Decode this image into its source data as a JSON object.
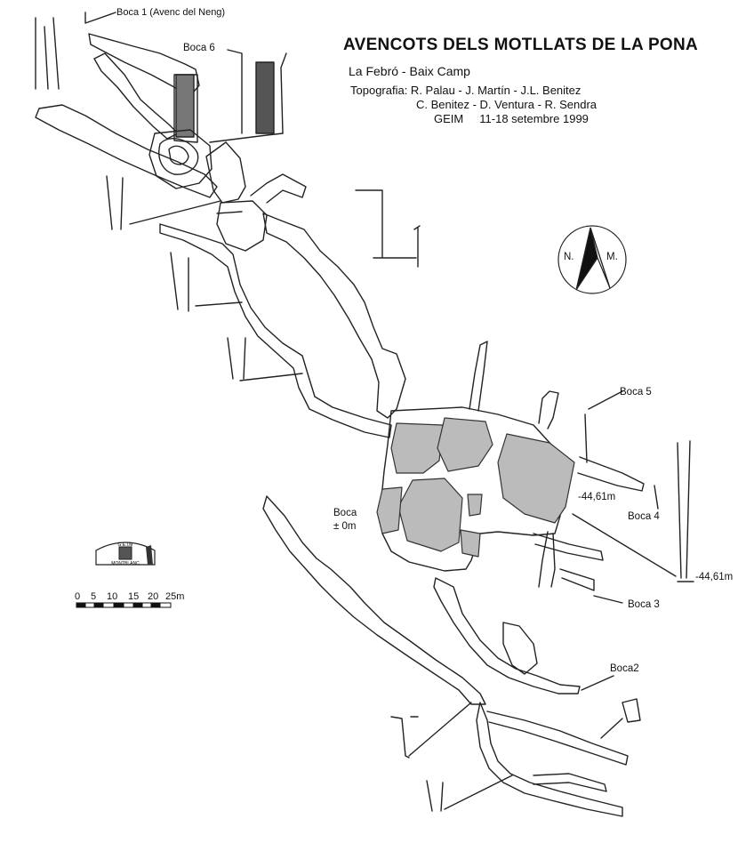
{
  "header": {
    "title": "AVENCOTS DELS MOTLLATS DE LA PONA",
    "location": "La Febró - Baix Camp",
    "topo_line1": "Topografia: R. Palau - J. Martín - J.L. Benitez",
    "topo_line2": "C. Benitez - D. Ventura - R. Sendra",
    "topo_line3": "GEIM     11-18 setembre 1999"
  },
  "entrances": {
    "boca1": "Boca 1 (Avenc del Neng)",
    "boca6": "Boca 6",
    "boca5": "Boca 5",
    "boca4": "Boca 4",
    "boca3": "Boca 3",
    "boca2": "Boca2",
    "boca_main_1": "Boca",
    "boca_main_2": "± 0m"
  },
  "depths": {
    "d1": "-44,61m",
    "d2": "-44,61m"
  },
  "compass": {
    "north": "N.",
    "magnetic": "M."
  },
  "logo": {
    "top": "G.E.I.M",
    "bottom": "MONTBLANC"
  },
  "scale": {
    "ticks": [
      "0",
      "5",
      "10",
      "15",
      "20",
      "25m"
    ]
  }
}
